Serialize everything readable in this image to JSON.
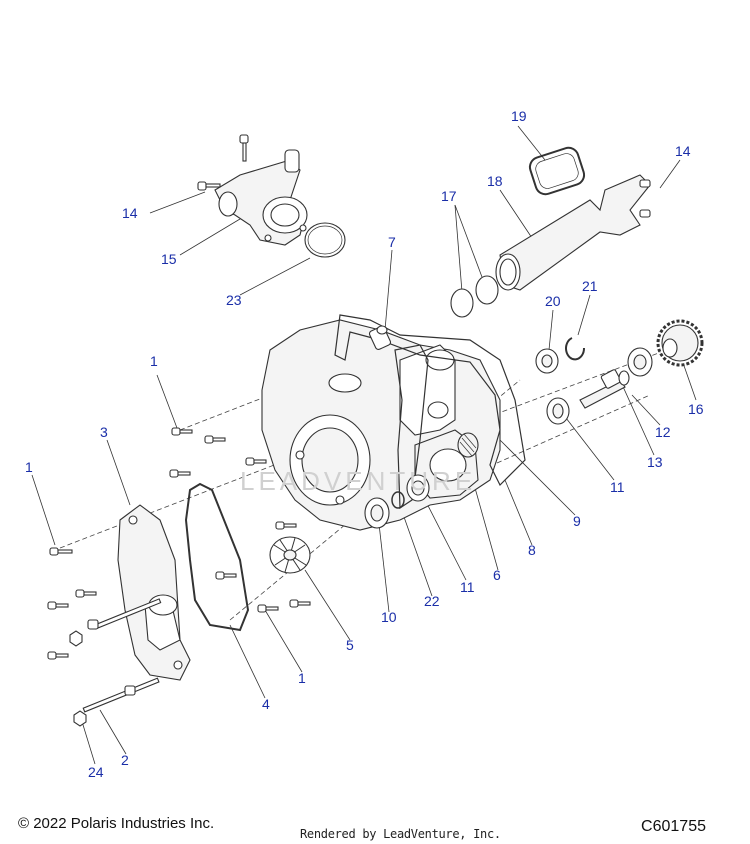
{
  "callouts": [
    {
      "label": "19"
    },
    {
      "label": "14"
    },
    {
      "label": "18"
    },
    {
      "label": "17"
    },
    {
      "label": "14"
    },
    {
      "label": "15"
    },
    {
      "label": "7"
    },
    {
      "label": "23"
    },
    {
      "label": "20"
    },
    {
      "label": "21"
    },
    {
      "label": "1"
    },
    {
      "label": "16"
    },
    {
      "label": "3"
    },
    {
      "label": "12"
    },
    {
      "label": "13"
    },
    {
      "label": "1"
    },
    {
      "label": "11"
    },
    {
      "label": "9"
    },
    {
      "label": "8"
    },
    {
      "label": "6"
    },
    {
      "label": "11"
    },
    {
      "label": "22"
    },
    {
      "label": "10"
    },
    {
      "label": "5"
    },
    {
      "label": "1"
    },
    {
      "label": "4"
    },
    {
      "label": "2"
    },
    {
      "label": "24"
    }
  ],
  "watermark": "LEADVENTURE",
  "footer": {
    "copyright": "© 2022 Polaris Industries Inc.",
    "rendered_by": "Rendered by LeadVenture, Inc.",
    "diagram_code": "C601755"
  },
  "colors": {
    "callout": "#1a2ea8",
    "line": "#333333",
    "part_fill": "#f4f4f4"
  }
}
